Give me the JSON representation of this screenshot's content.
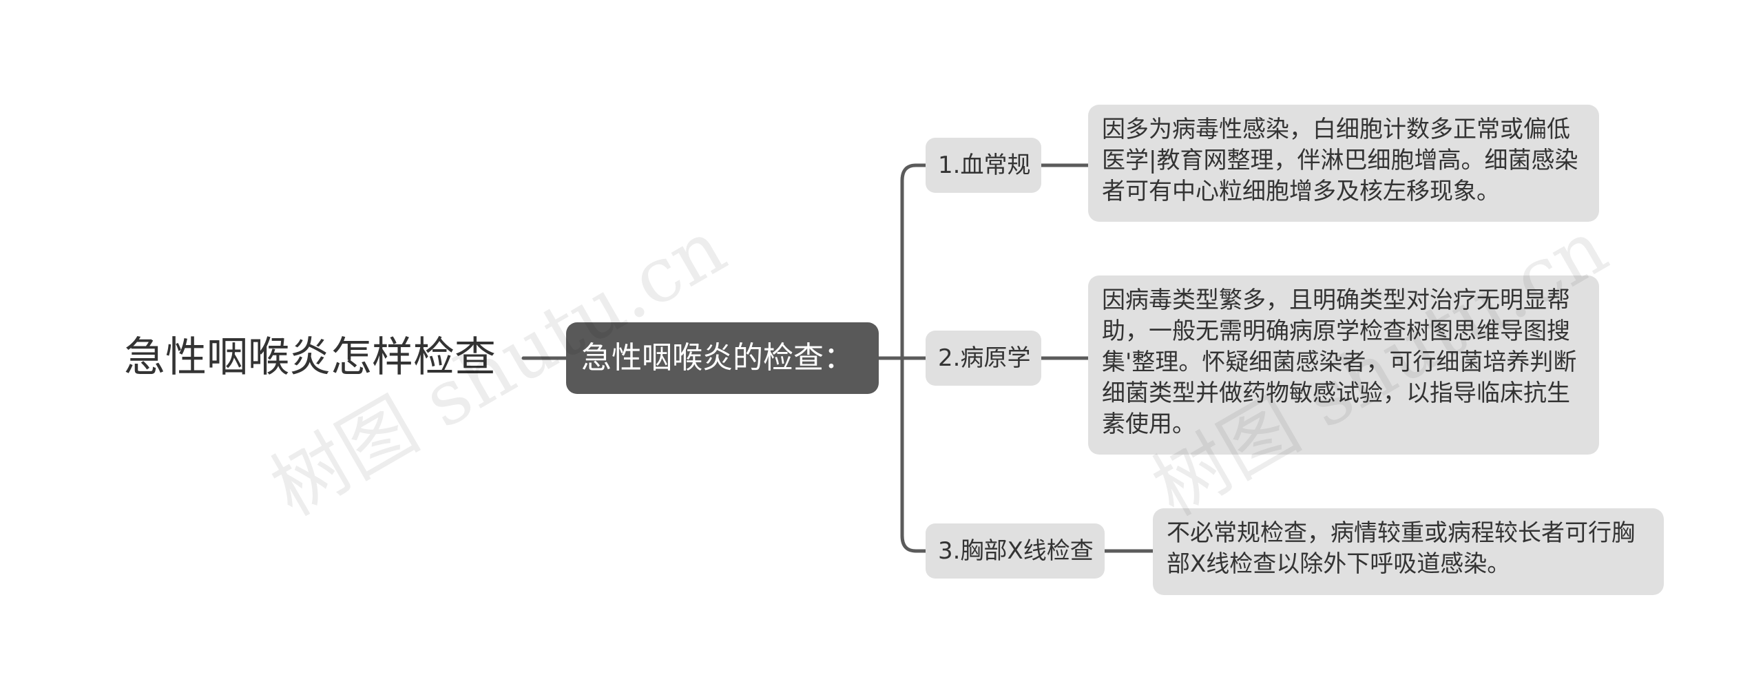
{
  "watermark": "树图 shutu.cn",
  "root": {
    "title": "急性咽喉炎怎样检查"
  },
  "center": {
    "label": "急性咽喉炎的检查："
  },
  "branches": [
    {
      "label": "1.血常规",
      "detail": "因多为病毒性感染，白细胞计数多正常或偏低医学|教育网整理，伴淋巴细胞增高。细菌感染者可有中心粒细胞增多及核左移现象。"
    },
    {
      "label": "2.病原学",
      "detail": "因病毒类型繁多，且明确类型对治疗无明显帮助，一般无需明确病原学检查树图思维导图搜集'整理。怀疑细菌感染者，可行细菌培养判断细菌类型并做药物敏感试验，以指导临床抗生素使用。"
    },
    {
      "label": "3.胸部X线检查",
      "detail": "不必常规检查，病情较重或病程较长者可行胸部X线检查以除外下呼吸道感染。"
    }
  ],
  "colors": {
    "line": "#5b5b5b",
    "center_bg": "#595959",
    "node_bg": "#e0e0e0",
    "text": "#333333"
  }
}
